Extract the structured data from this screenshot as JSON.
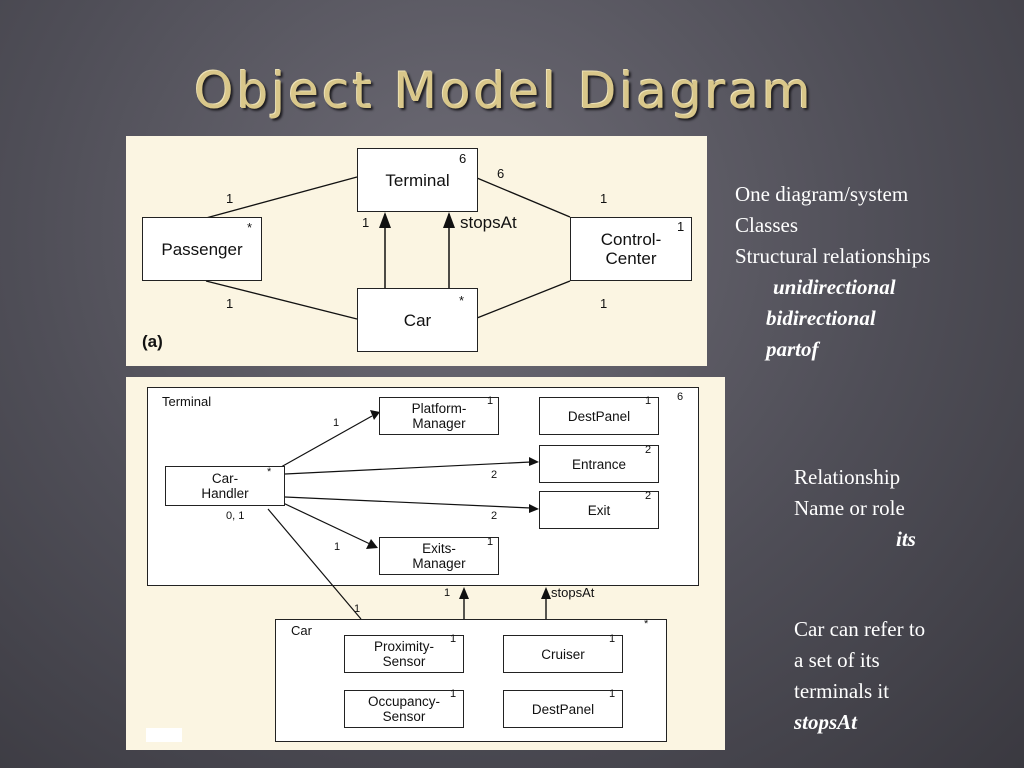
{
  "slide": {
    "title": "Object Model Diagram"
  },
  "diagram_a": {
    "tag": "(a)",
    "terminal": {
      "label": "Terminal",
      "mult": "6"
    },
    "passenger": {
      "label": "Passenger",
      "mult": "*"
    },
    "control_center": {
      "label": "Control-\nCenter",
      "mult": "1"
    },
    "car": {
      "label": "Car",
      "mult": "*"
    },
    "edges": {
      "passenger_terminal": "1",
      "terminal_control": "6",
      "control_terminal": "1",
      "passenger_car": "1",
      "car_control": "1",
      "car_terminal_up": "1",
      "stops_at": "stopsAt"
    }
  },
  "diagram_b": {
    "terminal": {
      "label": "Terminal",
      "mult": "6"
    },
    "platform_manager": {
      "label": "Platform-\nManager",
      "mult": "1"
    },
    "dest_panel_t": {
      "label": "DestPanel",
      "mult": "1"
    },
    "car_handler": {
      "label": "Car-\nHandler",
      "mult": "*"
    },
    "entrance": {
      "label": "Entrance",
      "mult": "2"
    },
    "exit": {
      "label": "Exit",
      "mult": "2"
    },
    "exits_manager": {
      "label": "Exits-\nManager",
      "mult": "1"
    },
    "car": {
      "label": "Car",
      "mult": "*"
    },
    "proximity_sensor": {
      "label": "Proximity-\nSensor",
      "mult": "1"
    },
    "cruiser": {
      "label": "Cruiser",
      "mult": "1"
    },
    "occupancy_sensor": {
      "label": "Occupancy-\nSensor",
      "mult": "1"
    },
    "dest_panel_c": {
      "label": "DestPanel",
      "mult": "1"
    },
    "edges": {
      "to_platform": "1",
      "to_entrance": "2",
      "to_exit": "2",
      "to_exits_manager": "1",
      "handler_mult": "0, 1",
      "car_link": "1",
      "car_up": "1",
      "stops_at": "stopsAt"
    }
  },
  "notes": {
    "block1": {
      "line1": "One diagram/system",
      "line2": "Classes",
      "line3": "Structural relationships",
      "line4": "unidirectional",
      "line5": "bidirectional",
      "line6": "partof"
    },
    "block2": {
      "line1": "Relationship",
      "line2": "Name or role",
      "line3": "its"
    },
    "block3": {
      "line1": "Car can refer to",
      "line2": "a set of its",
      "line3": "terminals it",
      "line4": "stopsAt"
    }
  }
}
